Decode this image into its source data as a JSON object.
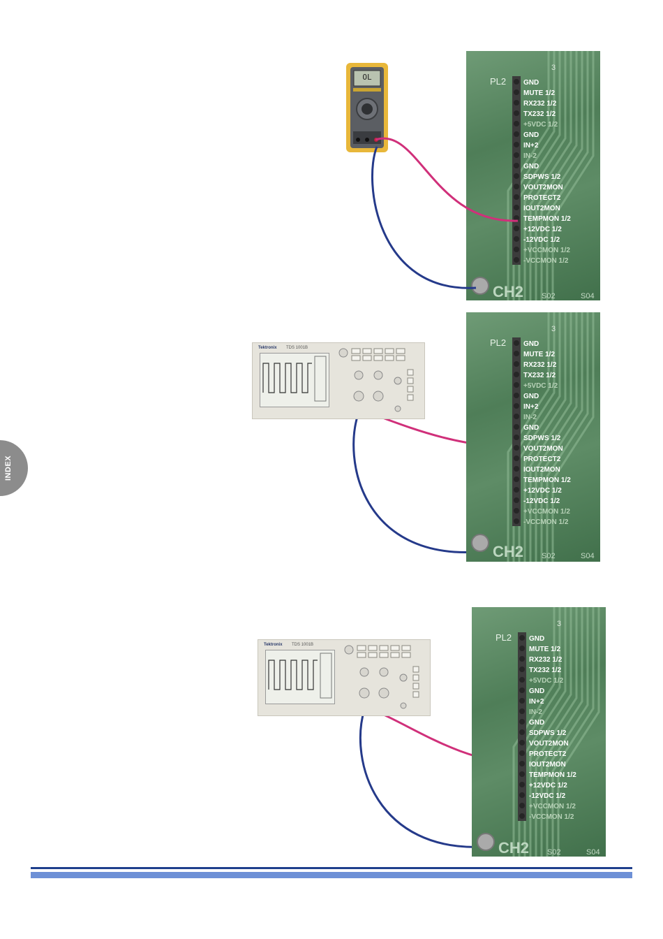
{
  "side_tab": {
    "label": "INDEX"
  },
  "pcb_labels": {
    "header": "PL2",
    "channel": "CH2",
    "s02": "S02",
    "s04": "S04",
    "pin_number": "3",
    "pins": [
      "GND",
      "MUTE 1/2",
      "RX232 1/2",
      "TX232 1/2",
      "+5VDC 1/2",
      "GND",
      "IN+2",
      "IN-2",
      "GND",
      "SDPWS 1/2",
      "VOUT2MON",
      "PROTECT2",
      "IOUT2MON",
      "TEMPMON 1/2",
      "+12VDC 1/2",
      "-12VDC 1/2",
      "+VCCMON 1/2",
      "-VCCMON 1/2"
    ]
  },
  "multimeter": {
    "display": "OL"
  },
  "oscilloscope": {
    "brand": "Tektronix",
    "model": "TDS 1001B"
  },
  "colors": {
    "probe_red": "#d0307a",
    "probe_blue": "#253a8a",
    "footer_dark": "#1e3f8c",
    "footer_light": "#6d90d6"
  }
}
